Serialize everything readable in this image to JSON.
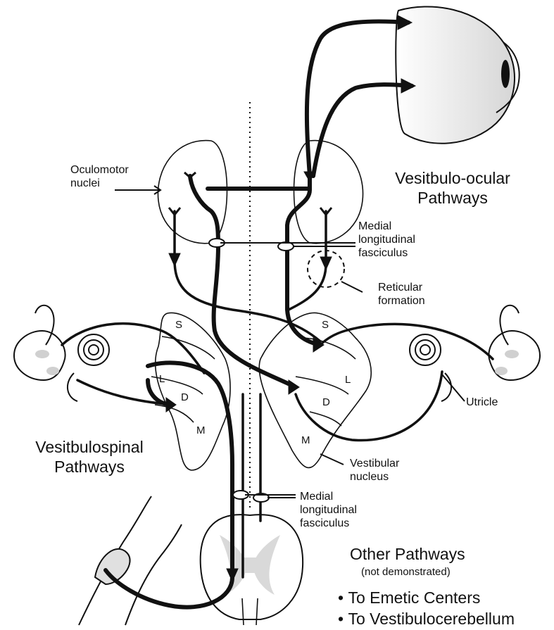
{
  "labels": {
    "oculomotor": [
      "Oculomotor",
      "nuclei"
    ],
    "vor_title": [
      "Vesitbulo-ocular",
      "Pathways"
    ],
    "mlf_top": [
      "Medial",
      "longitudinal",
      "fasciculus"
    ],
    "reticular": [
      "Reticular",
      "formation"
    ],
    "utricle": "Utricle",
    "vestibulospinal_title": [
      "Vesitbulospinal",
      "Pathways"
    ],
    "vestibular_nucleus": [
      "Vestibular",
      "nucleus"
    ],
    "mlf_bottom": [
      "Medial",
      "longitudinal",
      "fasciculus"
    ],
    "other_title": "Other Pathways",
    "other_subtitle": "(not demonstrated)",
    "other_items": [
      "To Emetic Centers",
      "To Vestibulocerebellum"
    ]
  },
  "nuclei_letters": {
    "left": [
      "S",
      "L",
      "D",
      "M"
    ],
    "right": [
      "S",
      "L",
      "D",
      "M"
    ]
  },
  "colors": {
    "line": "#111111",
    "gray_matter": "#d9d9d9",
    "eye_shade": "#e6e6e6"
  }
}
